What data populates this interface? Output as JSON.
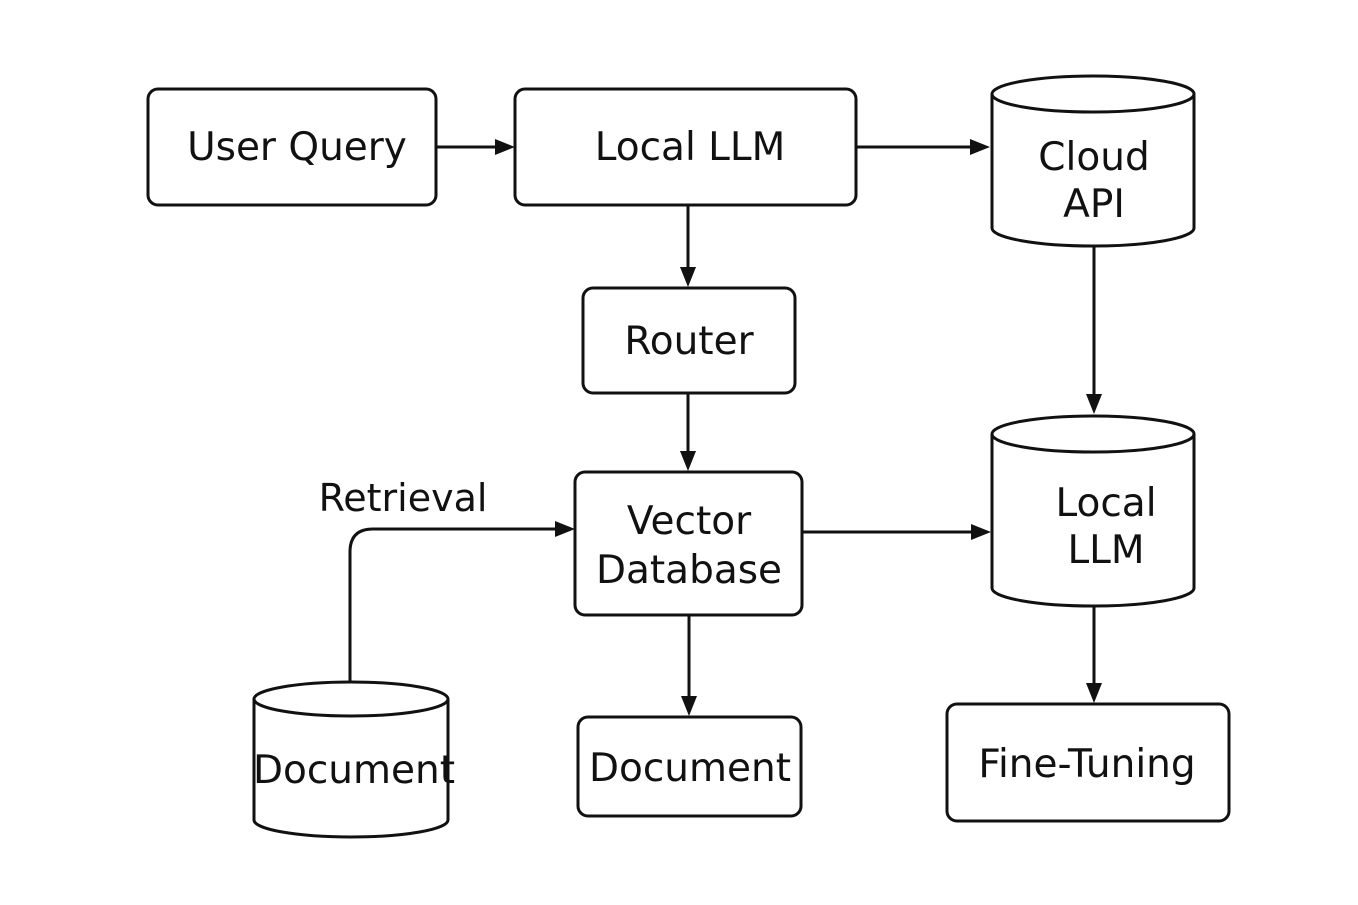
{
  "nodes": {
    "user_query": {
      "label": "User Query"
    },
    "local_llm_top": {
      "label": "Local LLM"
    },
    "cloud_api": {
      "line1": "Cloud",
      "line2": "API"
    },
    "router": {
      "label": "Router"
    },
    "vector_db": {
      "line1": "Vector",
      "line2": "Database"
    },
    "local_llm_db": {
      "line1": "Local",
      "line2": "LLM"
    },
    "document_db": {
      "label": "Document"
    },
    "document_box": {
      "label": "Document"
    },
    "fine_tuning": {
      "label": "Fine-Tuning"
    }
  },
  "edges": {
    "retrieval": {
      "label": "Retrieval"
    }
  },
  "colors": {
    "stroke": "#111111",
    "background": "#ffffff"
  }
}
